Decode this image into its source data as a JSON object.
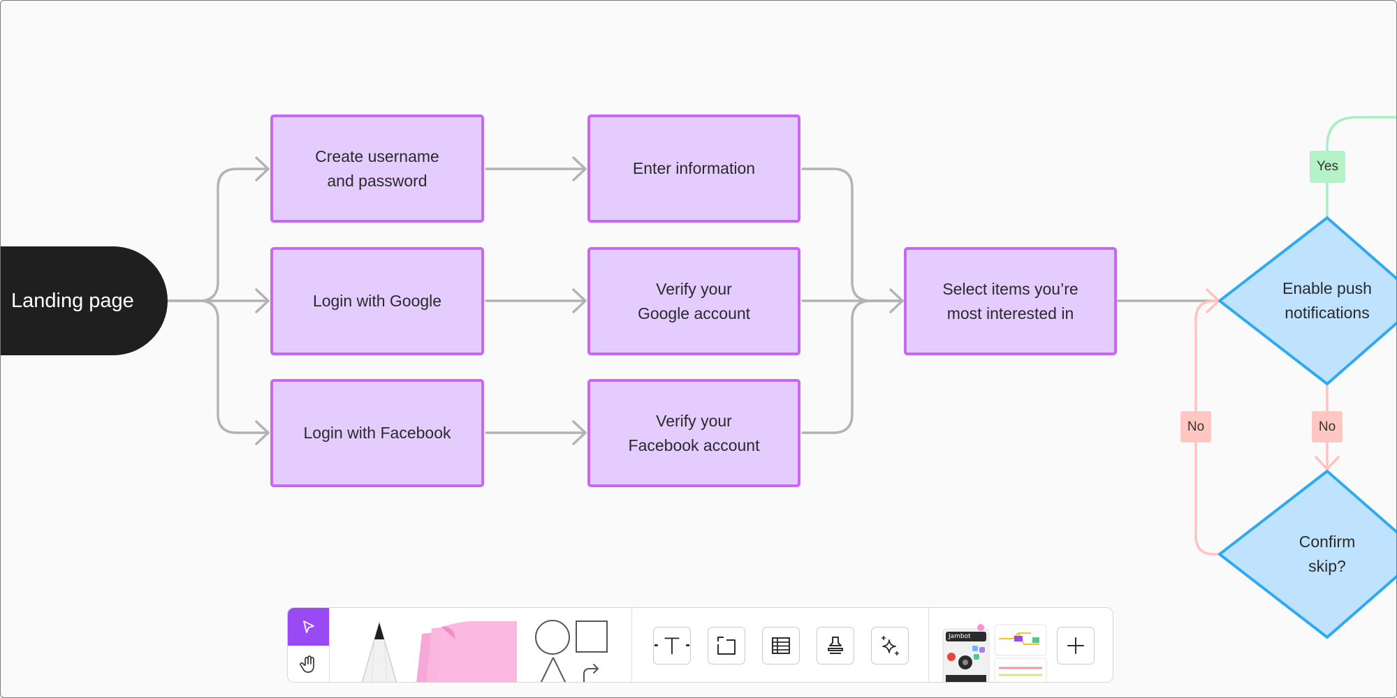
{
  "canvas": {
    "start_node": {
      "label": "Landing page"
    },
    "boxes": [
      {
        "label": "Create username\nand password"
      },
      {
        "label": "Login with Google"
      },
      {
        "label": "Login with Facebook"
      },
      {
        "label": "Enter information"
      },
      {
        "label": "Verify your\nGoogle account"
      },
      {
        "label": "Verify your\nFacebook account"
      },
      {
        "label": "Select items you’re\nmost interested in"
      }
    ],
    "decisions": [
      {
        "label": "Enable push\nnotifications"
      },
      {
        "label": "Confirm\nskip?"
      }
    ],
    "edge_labels": {
      "yes": "Yes",
      "no_down": "No",
      "no_back": "No"
    }
  },
  "toolbar": {
    "tools": [
      {
        "name": "select",
        "icon": "cursor-arrow-icon",
        "active": true
      },
      {
        "name": "hand",
        "icon": "hand-icon"
      },
      {
        "name": "pen",
        "icon": "pen-icon"
      },
      {
        "name": "sticky-note",
        "icon": "sticky-note-icon"
      },
      {
        "name": "shapes",
        "icon": "shapes-icon"
      },
      {
        "name": "text",
        "icon": "text-icon"
      },
      {
        "name": "section",
        "icon": "section-frame-icon"
      },
      {
        "name": "table",
        "icon": "table-icon"
      },
      {
        "name": "stamp",
        "icon": "stamp-icon"
      },
      {
        "name": "ai",
        "icon": "sparkle-icon"
      },
      {
        "name": "templates",
        "icon": "templates-thumbnail",
        "thumbnail_text": "Jambot"
      },
      {
        "name": "more",
        "icon": "plus-icon"
      }
    ]
  },
  "colors": {
    "canvas_bg": "#fafafa",
    "process_fill": "#e4ccff",
    "process_border": "#c768ef",
    "decision_fill": "#bfe3ff",
    "decision_border": "#2fa9ef",
    "connector": "#b3b3b3",
    "yes_path": "#a8eec0",
    "no_path": "#ffc3bd",
    "accent": "#9a4af5",
    "start_fill": "#1f1f1f"
  }
}
